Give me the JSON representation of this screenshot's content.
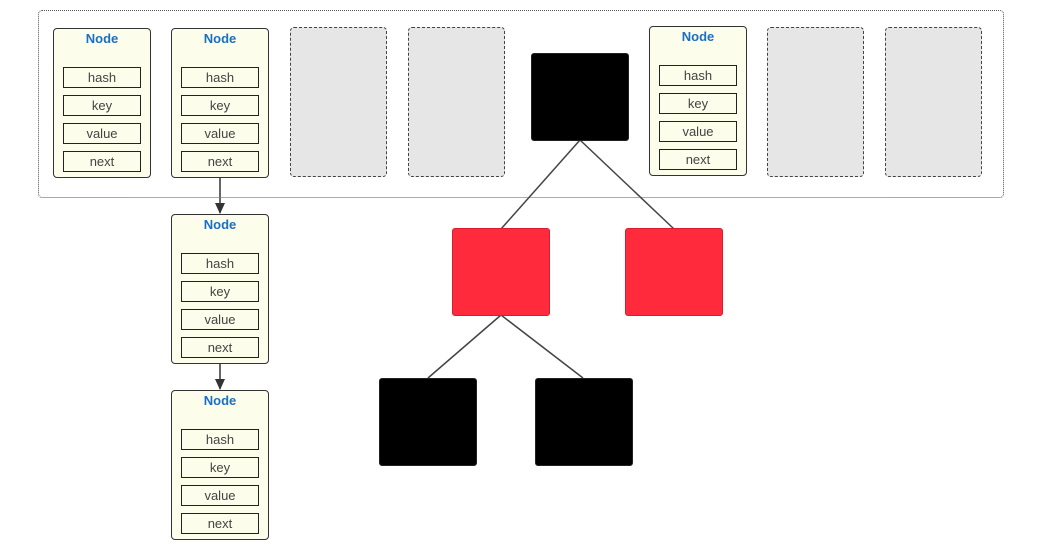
{
  "node": {
    "title": "Node",
    "fields": {
      "hash": "hash",
      "key": "key",
      "value": "value",
      "next": "next"
    }
  },
  "colors": {
    "node_fill": "#fdfdeb",
    "node_title": "#1a6fc0",
    "empty_slot_fill": "#e6e6e6",
    "tree_black": "#000000",
    "tree_red": "#ff2b3c"
  },
  "tree_nodes": [
    {
      "id": "root",
      "color": "black"
    },
    {
      "id": "left",
      "color": "red"
    },
    {
      "id": "right",
      "color": "red"
    },
    {
      "id": "left-left",
      "color": "black"
    },
    {
      "id": "left-right",
      "color": "black"
    }
  ]
}
